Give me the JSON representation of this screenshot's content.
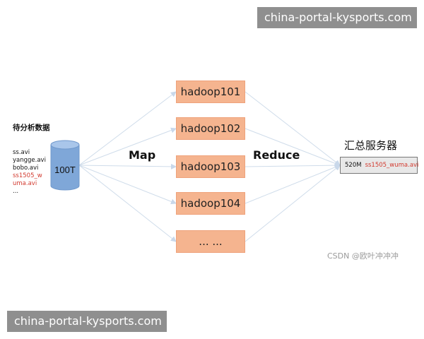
{
  "watermarks": {
    "top": "china-portal-kysports.com",
    "bottom": "china-portal-kysports.com"
  },
  "source": {
    "title": "待分析数据",
    "files": [
      {
        "text": "ss.avi",
        "highlight": false
      },
      {
        "text": "yangge.avi",
        "highlight": false
      },
      {
        "text": "bobo.avi",
        "highlight": false
      },
      {
        "text": "ss1505_w",
        "highlight": true
      },
      {
        "text": "uma.avi",
        "highlight": true
      },
      {
        "text": "...",
        "highlight": false
      }
    ],
    "storage_label": "100T"
  },
  "map_label": "Map",
  "reduce_label": "Reduce",
  "nodes": [
    "hadoop101",
    "hadoop102",
    "hadoop103",
    "hadoop104",
    "... ..."
  ],
  "destination": {
    "title": "汇总服务器",
    "size": "520M",
    "file": "ss1505_wuma.avi"
  },
  "credit": "CSDN @欧叶冲冲冲",
  "colors": {
    "node_fill": "#f5b48f",
    "cylinder": "#7fa7d8",
    "arrow": "#cfdcea",
    "highlight_text": "#d23a2f"
  }
}
